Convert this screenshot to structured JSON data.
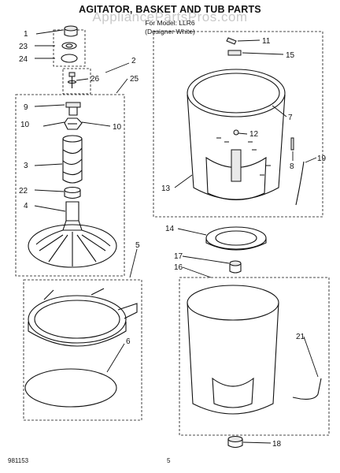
{
  "header": {
    "title": "AGITATOR, BASKET AND TUB PARTS",
    "watermark": "AppliancePartsPros.com",
    "model_line": "For Model: LLR6",
    "color_line": "(Designer White)"
  },
  "footer": {
    "drawing_code": "981153",
    "page_number": "5"
  },
  "callouts": [
    "1",
    "23",
    "24",
    "2",
    "26",
    "25",
    "9",
    "10",
    "10",
    "3",
    "22",
    "4",
    "5",
    "6",
    "11",
    "15",
    "7",
    "12",
    "8",
    "19",
    "13",
    "14",
    "17",
    "16",
    "21",
    "18"
  ]
}
